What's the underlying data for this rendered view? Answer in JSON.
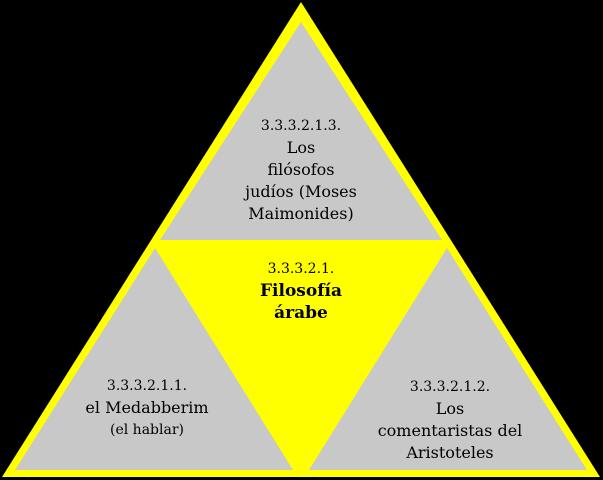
{
  "colors": {
    "background": "#000000",
    "frame": "#ffff00",
    "center_fill": "#ffff00",
    "outer_fill": "#c8c8c8",
    "text": "#000000"
  },
  "diagram": {
    "top": {
      "code": "3.3.3.2.1.3.",
      "lines": [
        "Los",
        "filósofos",
        "judíos (Moses",
        "Maimonides)"
      ]
    },
    "center": {
      "code": "3.3.3.2.1.",
      "title_lines": [
        "Filosofía",
        "árabe"
      ]
    },
    "left": {
      "code": "3.3.3.2.1.1.",
      "line1": "el Medabberim",
      "line2": "(el hablar)"
    },
    "right": {
      "code": "3.3.3.2.1.2.",
      "lines": [
        "Los",
        "comentaristas del",
        "Aristoteles"
      ]
    }
  }
}
